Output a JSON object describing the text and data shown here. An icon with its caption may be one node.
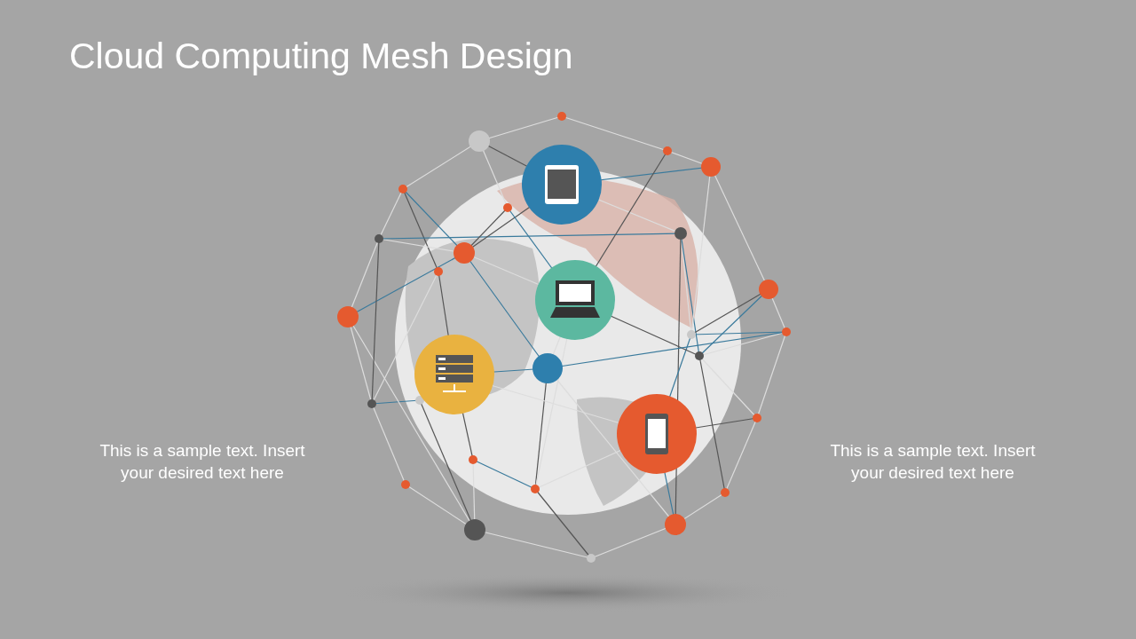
{
  "diagram": {
    "title": "Cloud Computing Mesh Design",
    "labels": [
      "This is a sample text. Insert your desired text here",
      "This is a sample text. Insert your desired text here"
    ]
  }
}
